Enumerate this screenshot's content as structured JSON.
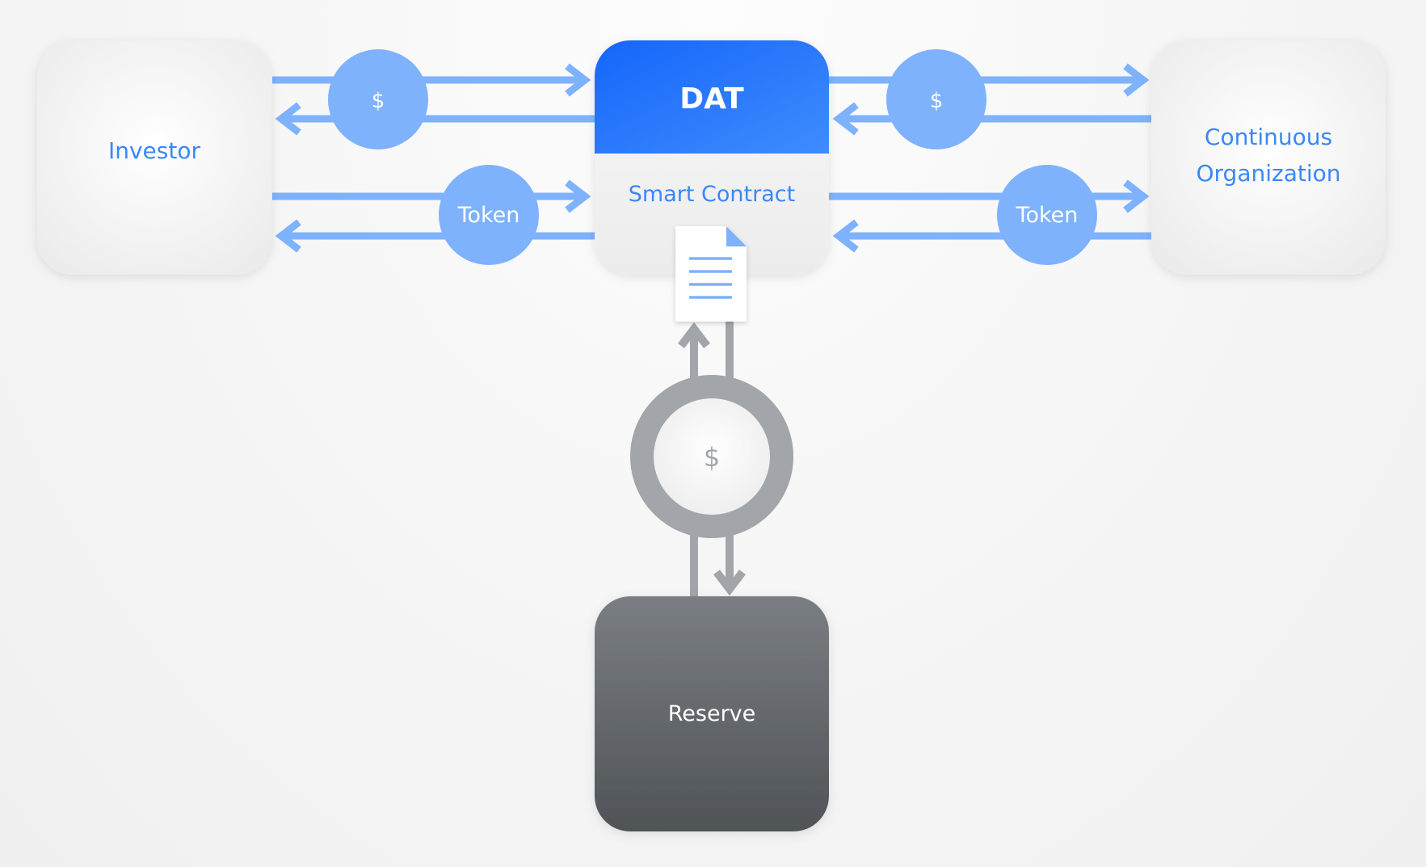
{
  "nodes": {
    "investor": {
      "label": "Investor"
    },
    "dat": {
      "title": "DAT",
      "subtitle": "Smart Contract"
    },
    "organization": {
      "line1": "Continuous",
      "line2": "Organization"
    },
    "reserve": {
      "label": "Reserve"
    }
  },
  "flows": {
    "investor_dollar": "$",
    "investor_token": "Token",
    "organization_dollar": "$",
    "organization_token": "Token",
    "reserve_dollar": "$"
  },
  "colors": {
    "accent": "#7eb2fd",
    "accent_dark": "#1769fb",
    "text_blue": "#3a87f8",
    "gray_flow": "#a2a5a9",
    "reserve_top": "#7a7e82",
    "reserve_bottom": "#4f5357",
    "box_fill": "#f1f1f1",
    "white": "#ffffff"
  }
}
